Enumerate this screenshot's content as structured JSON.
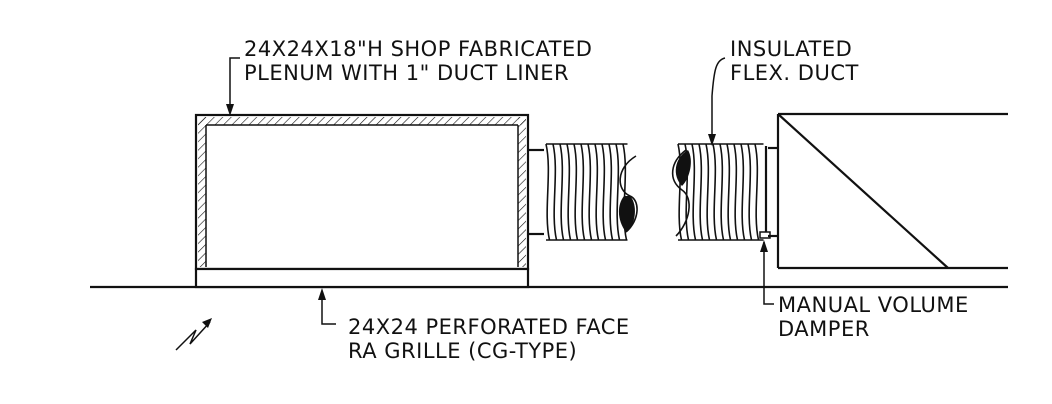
{
  "labels": {
    "plenum_line1": "24X24X18\"H SHOP FABRICATED",
    "plenum_line2": "PLENUM WITH 1\" DUCT LINER",
    "flex_line1": "INSULATED",
    "flex_line2": "FLEX. DUCT",
    "grille_line1": "24X24 PERFORATED FACE",
    "grille_line2": "RA GRILLE (CG-TYPE)",
    "damper_line1": "MANUAL VOLUME",
    "damper_line2": "DAMPER"
  },
  "colors": {
    "ink": "#111111",
    "paper": "#ffffff"
  },
  "icons": {
    "break_symbol": "break-line-icon"
  }
}
